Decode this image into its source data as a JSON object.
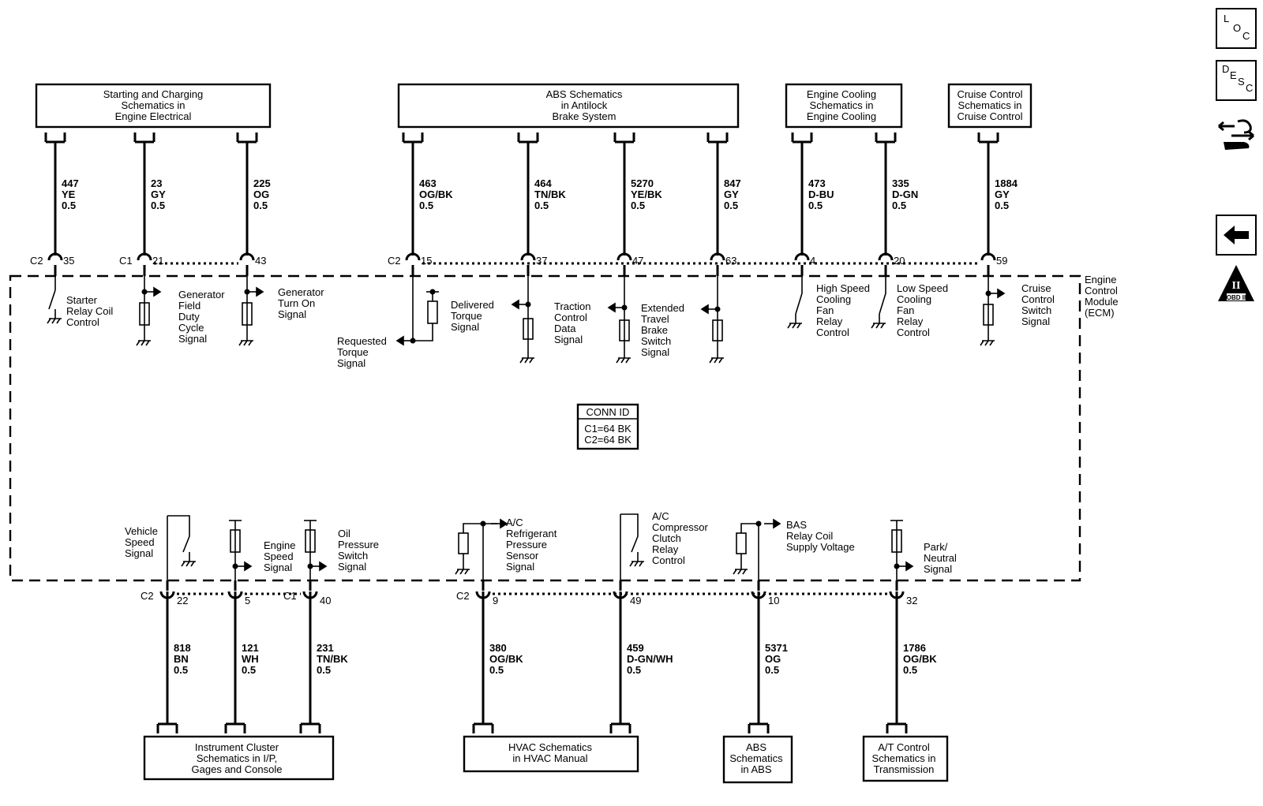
{
  "header_boxes": [
    {
      "id": "starting",
      "lines": [
        "Starting and Charging",
        "Schematics in",
        "Engine Electrical"
      ]
    },
    {
      "id": "abs_top",
      "lines": [
        "ABS Schematics",
        "in Antilock",
        "Brake System"
      ]
    },
    {
      "id": "cooling",
      "lines": [
        "Engine Cooling",
        "Schematics in",
        "Engine Cooling"
      ]
    },
    {
      "id": "cruise",
      "lines": [
        "Cruise Control",
        "Schematics in",
        "Cruise Control"
      ]
    }
  ],
  "footer_boxes": [
    {
      "id": "instrument",
      "lines": [
        "Instrument Cluster",
        "Schematics in I/P,",
        "Gages and Console"
      ]
    },
    {
      "id": "hvac",
      "lines": [
        "HVAC Schematics",
        "in HVAC Manual"
      ]
    },
    {
      "id": "abs_bottom",
      "lines": [
        "ABS",
        "Schematics",
        "in ABS"
      ]
    },
    {
      "id": "at",
      "lines": [
        "A/T Control",
        "Schematics in",
        "Transmission"
      ]
    }
  ],
  "ecm_label": [
    "Engine",
    "Control",
    "Module",
    "(ECM)"
  ],
  "conn_id": {
    "title": "CONN ID",
    "lines": [
      "C1=64 BK",
      "C2=64 BK"
    ]
  },
  "top_circuits": [
    {
      "circuit": "447",
      "color": "YE",
      "size": "0.5",
      "connector": "C2",
      "pin": "35",
      "function": [
        "Starter",
        "Relay Coil",
        "Control"
      ]
    },
    {
      "circuit": "23",
      "color": "GY",
      "size": "0.5",
      "connector": "C1",
      "pin": "21",
      "function": [
        "Generator",
        "Field",
        "Duty",
        "Cycle",
        "Signal"
      ]
    },
    {
      "circuit": "225",
      "color": "OG",
      "size": "0.5",
      "connector": "",
      "pin": "43",
      "function": [
        "Generator",
        "Turn On",
        "Signal"
      ]
    },
    {
      "circuit": "463",
      "color": "OG/BK",
      "size": "0.5",
      "connector": "C2",
      "pin": "15",
      "function": [
        "Requested",
        "Torque",
        "Signal"
      ],
      "extra": [
        "Delivered",
        "Torque",
        "Signal"
      ]
    },
    {
      "circuit": "464",
      "color": "TN/BK",
      "size": "0.5",
      "connector": "",
      "pin": "37",
      "function": [
        "Traction",
        "Control",
        "Data",
        "Signal"
      ]
    },
    {
      "circuit": "5270",
      "color": "YE/BK",
      "size": "0.5",
      "connector": "",
      "pin": "47",
      "function": [
        "Extended",
        "Travel",
        "Brake",
        "Switch",
        "Signal"
      ]
    },
    {
      "circuit": "847",
      "color": "GY",
      "size": "0.5",
      "connector": "",
      "pin": "63",
      "function": []
    },
    {
      "circuit": "473",
      "color": "D-BU",
      "size": "0.5",
      "connector": "",
      "pin": "4",
      "function": [
        "High Speed",
        "Cooling",
        "Fan",
        "Relay",
        "Control"
      ]
    },
    {
      "circuit": "335",
      "color": "D-GN",
      "size": "0.5",
      "connector": "",
      "pin": "20",
      "function": [
        "Low Speed",
        "Cooling",
        "Fan",
        "Relay",
        "Control"
      ]
    },
    {
      "circuit": "1884",
      "color": "GY",
      "size": "0.5",
      "connector": "",
      "pin": "59",
      "function": [
        "Cruise",
        "Control",
        "Switch",
        "Signal"
      ]
    }
  ],
  "bottom_circuits": [
    {
      "circuit": "818",
      "color": "BN",
      "size": "0.5",
      "connector": "C2",
      "pin": "22",
      "function": [
        "Vehicle",
        "Speed",
        "Signal"
      ]
    },
    {
      "circuit": "121",
      "color": "WH",
      "size": "0.5",
      "connector": "",
      "pin": "5",
      "function": [
        "Engine",
        "Speed",
        "Signal"
      ]
    },
    {
      "circuit": "231",
      "color": "TN/BK",
      "size": "0.5",
      "connector": "C1",
      "pin": "40",
      "function": [
        "Oil",
        "Pressure",
        "Switch",
        "Signal"
      ]
    },
    {
      "circuit": "380",
      "color": "OG/BK",
      "size": "0.5",
      "connector": "C2",
      "pin": "9",
      "function": [
        "A/C",
        "Refrigerant",
        "Pressure",
        "Sensor",
        "Signal"
      ]
    },
    {
      "circuit": "459",
      "color": "D-GN/WH",
      "size": "0.5",
      "connector": "",
      "pin": "49",
      "function": [
        "A/C",
        "Compressor",
        "Clutch",
        "Relay",
        "Control"
      ]
    },
    {
      "circuit": "5371",
      "color": "OG",
      "size": "0.5",
      "connector": "",
      "pin": "10",
      "function": [
        "BAS",
        "Relay Coil",
        "Supply Voltage"
      ]
    },
    {
      "circuit": "1786",
      "color": "OG/BK",
      "size": "0.5",
      "connector": "",
      "pin": "32",
      "function": [
        "Park/",
        "Neutral",
        "Signal"
      ]
    }
  ],
  "side_nav": {
    "loc": [
      "L",
      "O",
      "C"
    ],
    "desc": [
      "D",
      "E",
      "S",
      "C"
    ],
    "obd": [
      "II",
      "OBD II"
    ]
  }
}
